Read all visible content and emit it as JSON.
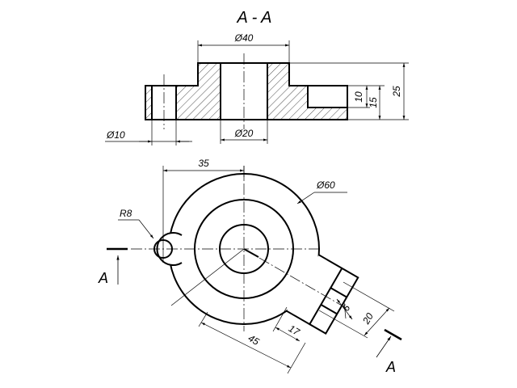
{
  "section_title": "A - A",
  "section_label_left": "A",
  "section_label_right": "A",
  "dimensions": {
    "section_outer_diameter": "Ø40",
    "section_bore_diameter": "Ø20",
    "section_small_hole_diameter": "Ø10",
    "section_height_total": "25",
    "section_height_mid": "15",
    "section_height_slot": "10",
    "plan_ear_offset": "35",
    "plan_ear_radius": "R8",
    "plan_outer_diameter": "Ø60",
    "plan_tab_length": "45",
    "plan_tab_width": "20",
    "plan_slot_width": "6",
    "plan_slot_length": "17"
  },
  "colors": {
    "line": "#000000",
    "background": "#ffffff"
  }
}
